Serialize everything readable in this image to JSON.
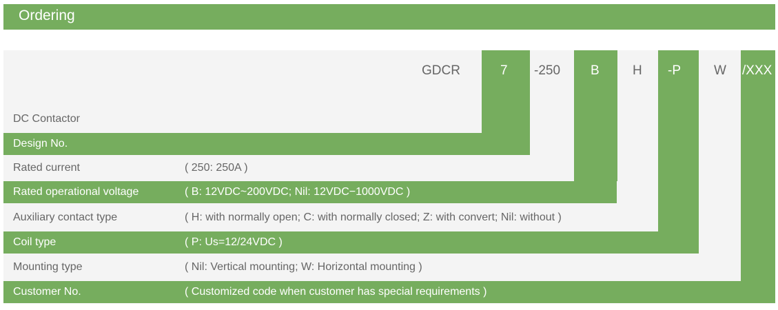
{
  "header": {
    "title": "Ordering"
  },
  "code": {
    "prefix": "GDCR",
    "segments": [
      "7",
      "-250",
      "B",
      "H",
      "-P",
      "W",
      "/XXX"
    ]
  },
  "rows": [
    {
      "label": "DC Contactor",
      "description": ""
    },
    {
      "label": "Design No.",
      "description": ""
    },
    {
      "label": "Rated current",
      "description": "( 250: 250A )"
    },
    {
      "label": "Rated operational voltage",
      "description": "( B: 12VDC~200VDC; Nil: 12VDC−1000VDC )"
    },
    {
      "label": "Auxiliary contact type",
      "description": "( H: with normally open; C: with normally closed; Z: with convert; Nil: without )"
    },
    {
      "label": "Coil type",
      "description": "( P: Us=12/24VDC )"
    },
    {
      "label": "Mounting type",
      "description": "( Nil: Vertical mounting; W: Horizontal mounting )"
    },
    {
      "label": "Customer No.",
      "description": "( Customized code when customer has special requirements )"
    }
  ],
  "colors": {
    "accent_green": "#76ad5e",
    "panel_gray": "#f4f4f4",
    "text_gray": "#666666"
  }
}
